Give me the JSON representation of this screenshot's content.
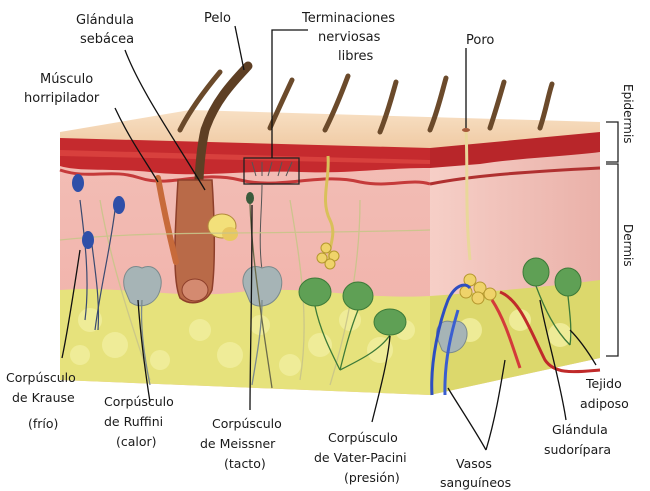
{
  "labels": {
    "glandula_sebacea": [
      "Glándula",
      "sebácea"
    ],
    "pelo": "Pelo",
    "terminaciones": [
      "Terminaciones",
      "nerviosas",
      "libres"
    ],
    "poro": "Poro",
    "musculo": [
      "Músculo",
      "horripilador"
    ],
    "epidermis": "Epidermis",
    "dermis": "Dermis",
    "krause": [
      "Corpúsculo",
      "de Krause",
      "(frío)"
    ],
    "ruffini": [
      "Corpúsculo",
      "de Ruffini",
      "(calor)"
    ],
    "meissner": [
      "Corpúsculo",
      "de Meissner",
      "(tacto)"
    ],
    "pacini": [
      "Corpúsculo",
      "de Vater-Pacini",
      "(presión)"
    ],
    "vasos": [
      "Vasos",
      "sanguíneos"
    ],
    "sudoripara": [
      "Glándula",
      "sudorípara"
    ],
    "adiposo": [
      "Tejido",
      "adiposo"
    ]
  },
  "colors": {
    "epidermis_top": "#f3cfa8",
    "epidermis_red": "#c0242a",
    "dermis": "#f0b7b0",
    "dermis_front": "#f5c6c0",
    "adipose": "#e9e48a",
    "hair": "#6b4a2b",
    "pacini_green": "#5fa055",
    "ruffini_gray": "#a6b4b6",
    "krause_blue": "#2f4fa8"
  }
}
